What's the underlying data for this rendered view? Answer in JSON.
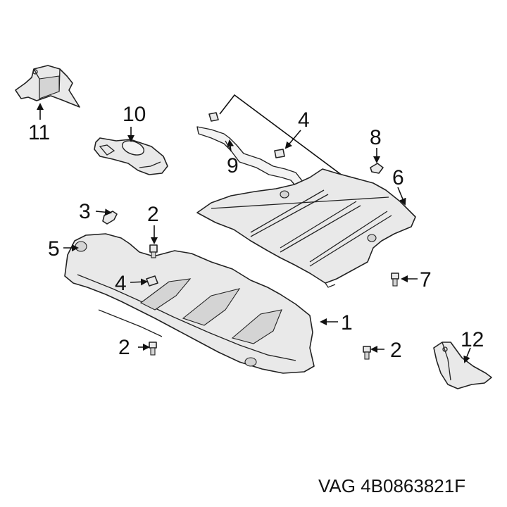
{
  "callouts": {
    "c1": "1",
    "c2a": "2",
    "c2b": "2",
    "c2c": "2",
    "c3": "3",
    "c4a": "4",
    "c4b": "4",
    "c5": "5",
    "c6": "6",
    "c7": "7",
    "c8": "8",
    "c9": "9",
    "c10": "10",
    "c11": "11",
    "c12": "12"
  },
  "footer": {
    "part_number": "VAG 4B0863821F"
  }
}
